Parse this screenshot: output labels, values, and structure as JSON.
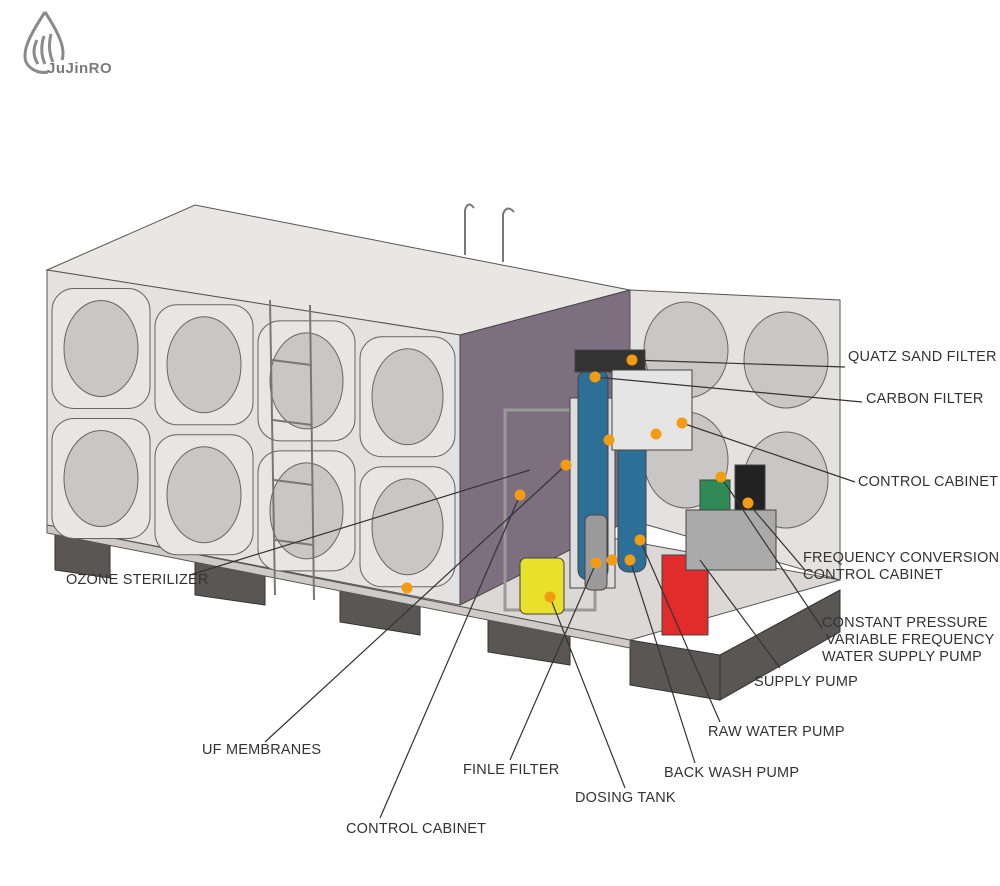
{
  "logo": {
    "text": "JuJinRO"
  },
  "labels": {
    "quartz_sand_filter": "QUATZ SAND FILTER",
    "carbon_filter": "CARBON FILTER",
    "control_cabinet_right": "CONTROL CABINET",
    "frequency_conversion_1": "FREQUENCY CONVERSION",
    "frequency_conversion_2": "CONTROL CABINET",
    "constant_pressure_1": "CONSTANT PRESSURE",
    "constant_pressure_2": "VARIABLE FREQUENCY",
    "constant_pressure_3": "WATER SUPPLY PUMP",
    "supply_pump": "SUPPLY PUMP",
    "raw_water_pump": "RAW WATER PUMP",
    "back_wash_pump": "BACK WASH PUMP",
    "dosing_tank": "DOSING TANK",
    "finle_filter": "FINLE FILTER",
    "control_cabinet_bottom": "CONTROL CABINET",
    "uf_membranes": "UF MEMBRANES",
    "ozone_sterilizer": "OZONE STERILIZER"
  },
  "colors": {
    "marker": "#f39c12",
    "line": "#333333",
    "panel": "#e4e2e0",
    "inner": "#c9c7c5",
    "purple": "#7d6f80"
  }
}
